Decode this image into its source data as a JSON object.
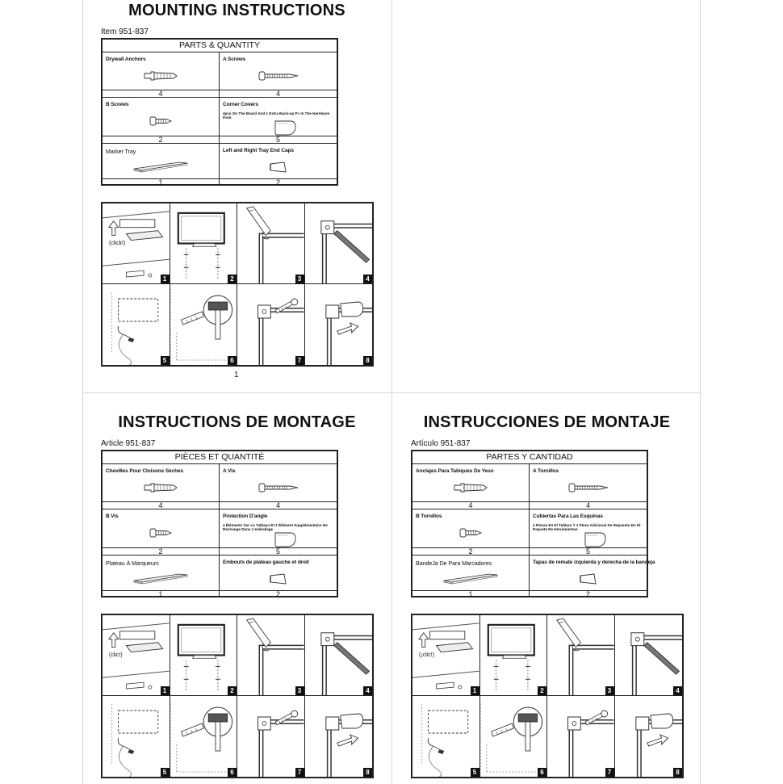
{
  "panels": [
    {
      "title": "MOUNTING INSTRUCTIONS",
      "item": "Item 951-837",
      "parts_header": "PARTS & QUANTITY",
      "parts": [
        {
          "label": "Drywall Anchors",
          "qty": "4",
          "icon": "anchor-icon"
        },
        {
          "label": "A Screws",
          "qty": "4",
          "icon": "long-screw-icon"
        },
        {
          "label": "B Screws",
          "qty": "2",
          "icon": "short-screw-icon"
        },
        {
          "label": "Corner Covers",
          "note": "4pcs On The Board And 1 Extra Back-up Pc In The Hardware Pack",
          "qty": "5",
          "icon": "corner-cover-icon"
        },
        {
          "label": "Marker Tray",
          "qty": "1",
          "icon": "marker-tray-icon"
        },
        {
          "label": "Left and Right Tray End Caps",
          "qty": "2",
          "icon": "end-cap-icon"
        }
      ],
      "click_text": "(click!)",
      "page_number": "1"
    },
    {
      "title": "INSTRUCTIONS DE MONTAGE",
      "item": "Article 951-837",
      "parts_header": "PIÈCES ET QUANTITÉ",
      "parts": [
        {
          "label": "Chevilles Pour Cloisons Sèches",
          "qty": "4",
          "icon": "anchor-icon"
        },
        {
          "label": "A Vis",
          "qty": "4",
          "icon": "long-screw-icon"
        },
        {
          "label": "B Vis",
          "qty": "2",
          "icon": "short-screw-icon"
        },
        {
          "label": "Protection D'angle",
          "note": "4 Éléments Sur Le Tableau Et 1 Élément Supplémentaire De Rechange Dans L'emballage",
          "qty": "5",
          "icon": "corner-cover-icon"
        },
        {
          "label": "Plateau À Marqueurs",
          "qty": "1",
          "icon": "marker-tray-icon"
        },
        {
          "label": "Embouts de plateau gauche et droit",
          "qty": "2",
          "icon": "end-cap-icon"
        }
      ],
      "click_text": "(clic!)"
    },
    {
      "title": "INSTRUCCIONES DE MONTAJE",
      "item": "Artículo 951-837",
      "parts_header": "PARTES Y CANTIDAD",
      "parts": [
        {
          "label": "Anclajes Para Tabiques De Yeso",
          "qty": "4",
          "icon": "anchor-icon"
        },
        {
          "label": "A Tornillos",
          "qty": "4",
          "icon": "long-screw-icon"
        },
        {
          "label": "B Tornillos",
          "qty": "2",
          "icon": "short-screw-icon"
        },
        {
          "label": "Cubiertas Para Las Esquinas",
          "note": "4 Piezas En El Tablero Y 1 Pieza Adicional De Repuesto En El Paquete De Herramientas",
          "qty": "5",
          "icon": "corner-cover-icon"
        },
        {
          "label": "BandeJa De Para Marcadores",
          "qty": "1",
          "icon": "marker-tray-icon"
        },
        {
          "label": "Tapas de remate izquierda y derecha de la bandeja",
          "qty": "2",
          "icon": "end-cap-icon"
        }
      ],
      "click_text": "(¡clic!)"
    }
  ],
  "step_numbers": [
    "1",
    "2",
    "3",
    "4",
    "5",
    "6",
    "7",
    "8"
  ]
}
